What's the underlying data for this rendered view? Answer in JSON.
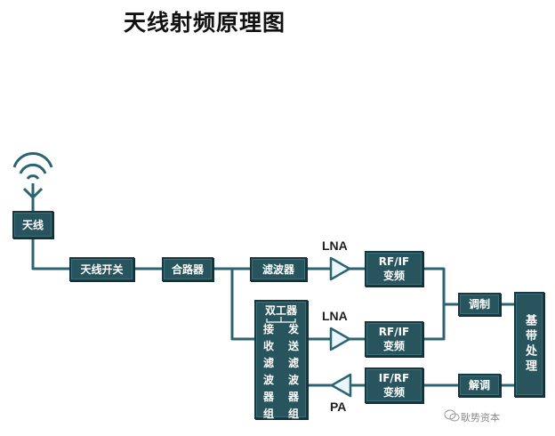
{
  "title": "天线射频原理图",
  "blocks": {
    "antenna": "天线",
    "antenna_switch": "天线开关",
    "combiner": "合路器",
    "filter": "滤波器",
    "rf_if_top": "RF/IF\n变频",
    "rf_if_mid": "RF/IF\n变频",
    "if_rf": "IF/RF\n变频",
    "modulate": "调制",
    "demodulate": "解调",
    "baseband": "基带处理"
  },
  "duplexer": {
    "title": "双工器",
    "rx_col": "接收滤波器组",
    "tx_col": "发送滤波器组"
  },
  "amp_labels": {
    "lna_top": "LNA",
    "lna_mid": "LNA",
    "pa": "PA"
  },
  "watermark": "耿势资本",
  "colors": {
    "box_fill": "#27545d",
    "line": "#2b6470",
    "amp_fill": "#eaf6fb"
  }
}
